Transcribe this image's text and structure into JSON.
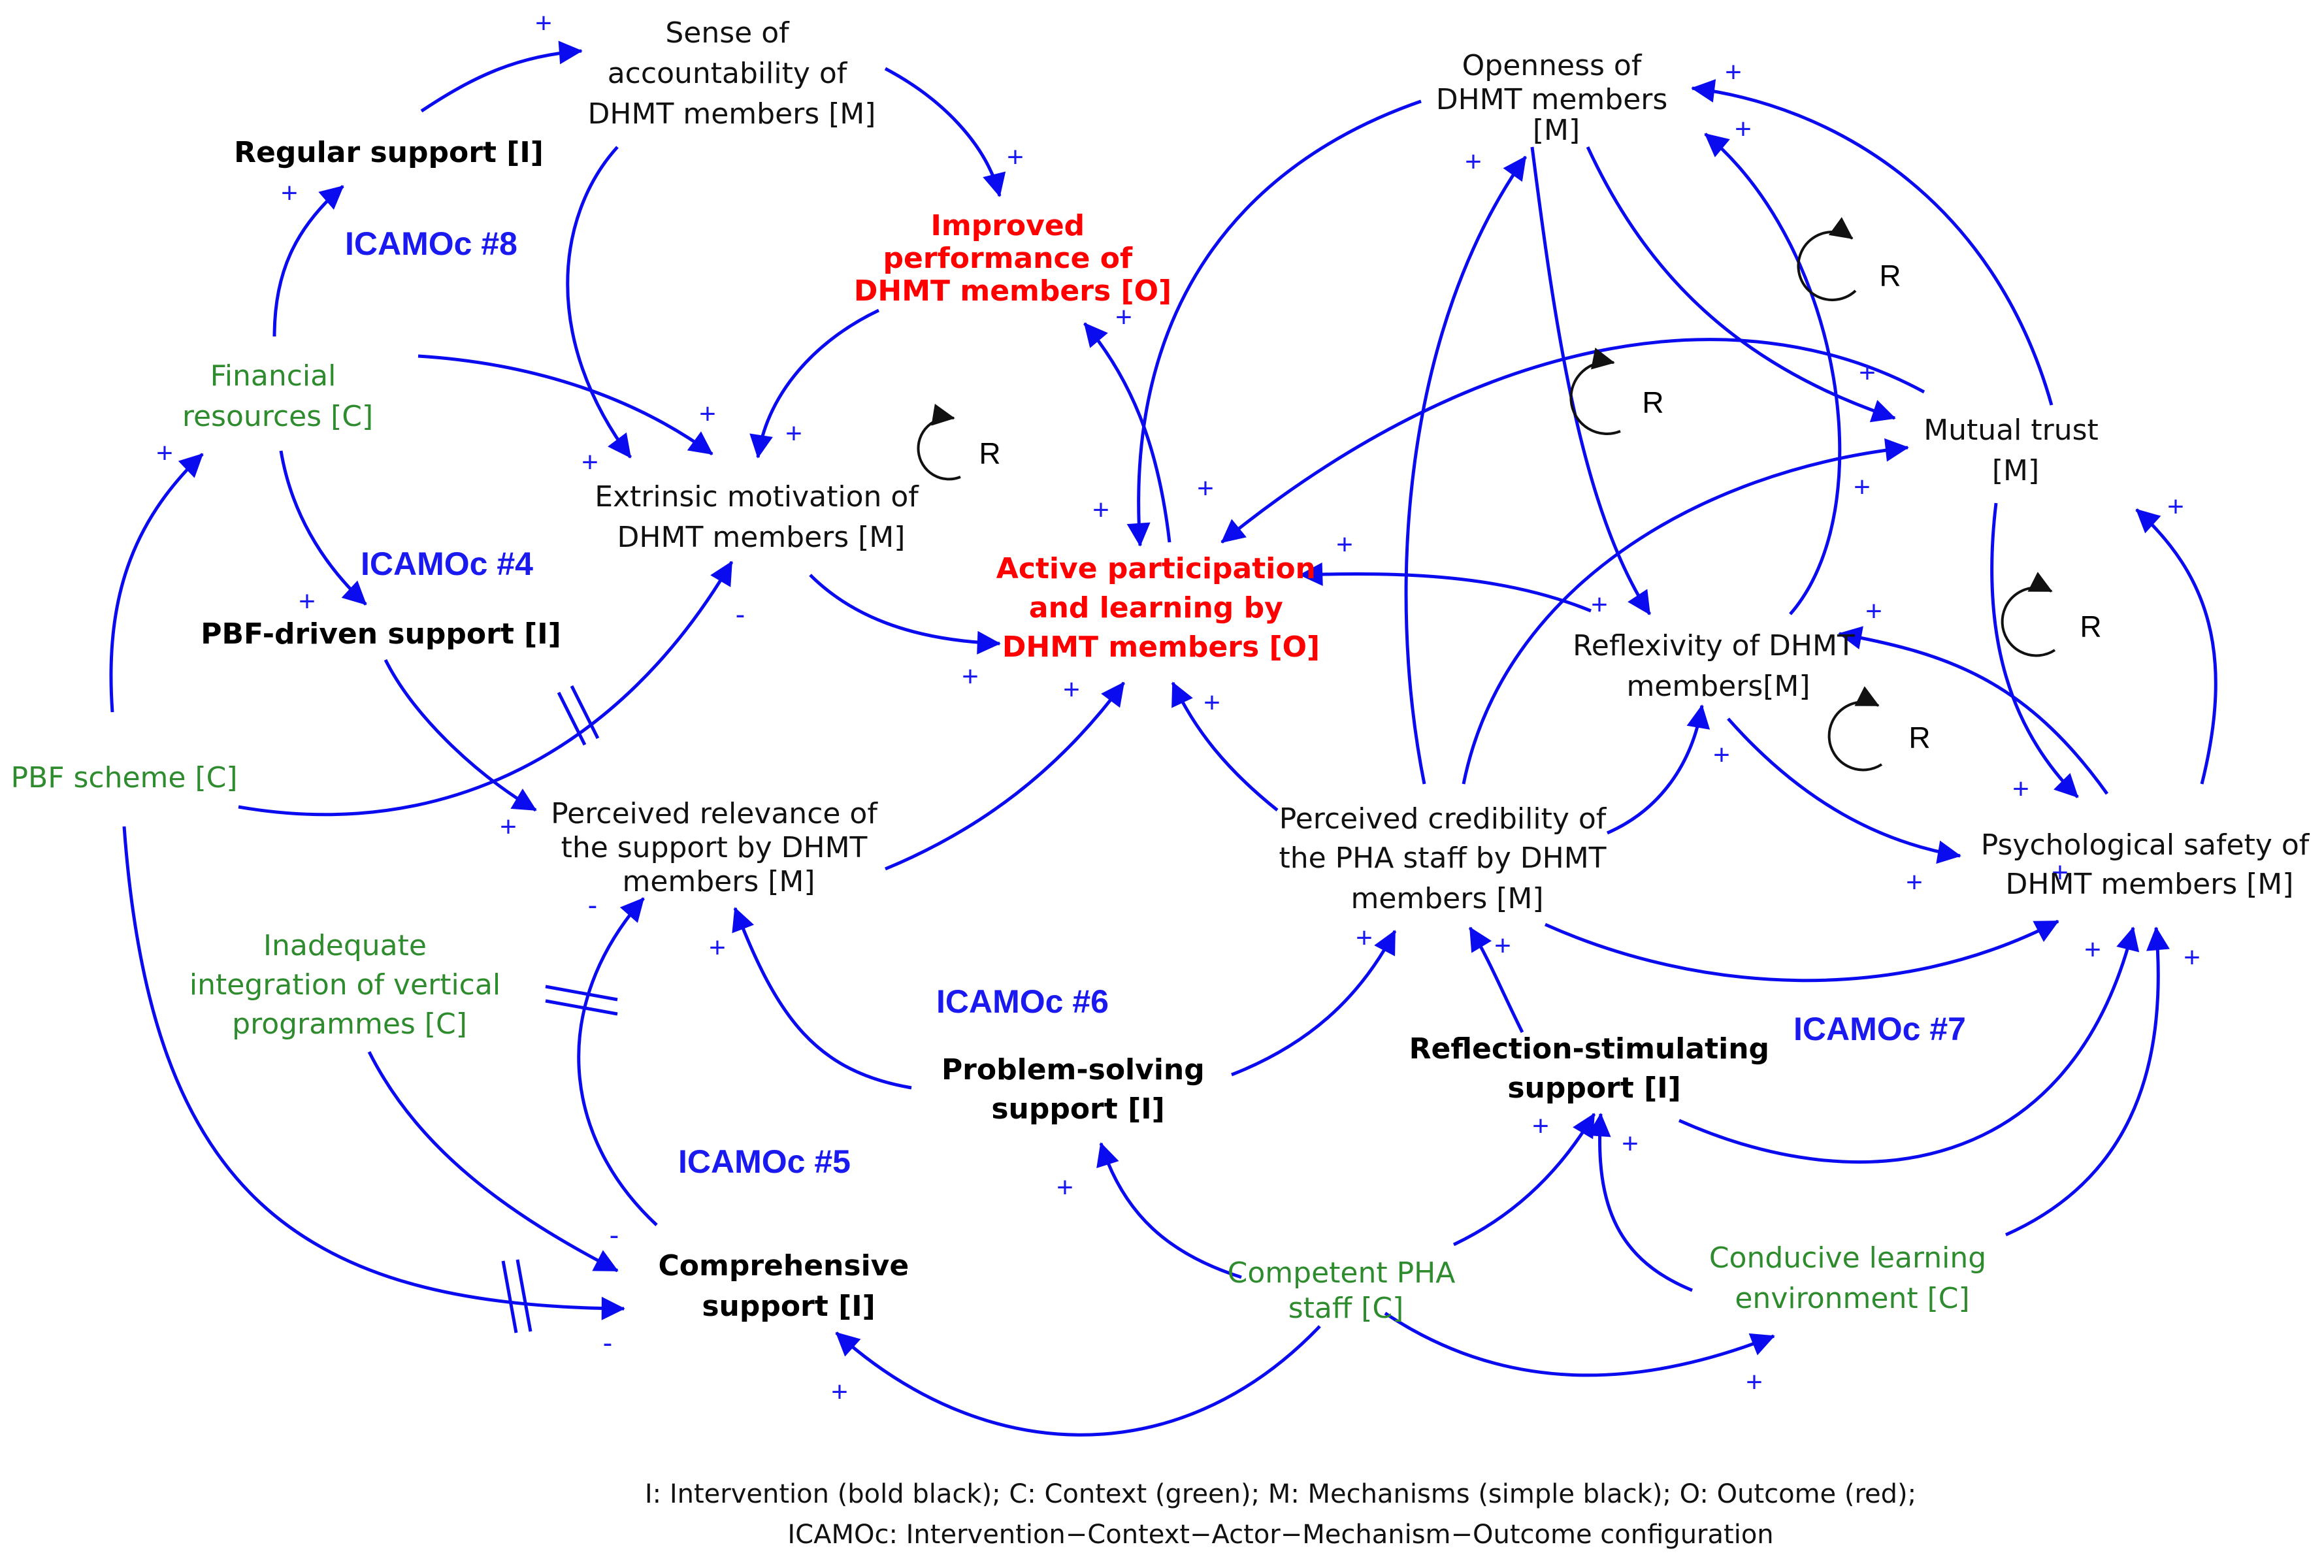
{
  "nodes": {
    "sense_of_accountability": [
      "Sense of",
      "accountability of",
      "DHMT members [M]"
    ],
    "regular_support": [
      "Regular support [I]"
    ],
    "improved_performance": [
      "Improved",
      "performance of",
      "DHMT members [O]"
    ],
    "openness": [
      "Openness of",
      "DHMT members",
      "[M]"
    ],
    "financial_resources": [
      "Financial",
      "resources [C]"
    ],
    "extrinsic_motivation": [
      "Extrinsic motivation of",
      "DHMT members [M]"
    ],
    "active_participation": [
      "Active participation",
      "and learning by",
      "DHMT members [O]"
    ],
    "mutual_trust": [
      "Mutual trust",
      "[M]"
    ],
    "pbf_driven_support": [
      "PBF-driven support [I]"
    ],
    "reflexivity": [
      "Reflexivity of DHMT",
      "members[M]"
    ],
    "pbf_scheme": [
      "PBF scheme [C]"
    ],
    "perceived_relevance": [
      "Perceived relevance of",
      "the support by DHMT",
      "members [M]"
    ],
    "perceived_credibility": [
      "Perceived credibility of",
      "the PHA staff by DHMT",
      "members [M]"
    ],
    "psychological_safety": [
      "Psychological safety of",
      "DHMT members [M]"
    ],
    "inadequate_integration": [
      "Inadequate",
      "integration of vertical",
      "programmes [C]"
    ],
    "problem_solving_support": [
      "Problem-solving",
      "support [I]"
    ],
    "reflection_stimulating_support": [
      "Reflection-stimulating",
      "support [I]"
    ],
    "comprehensive_support": [
      "Comprehensive",
      "support [I]"
    ],
    "competent_pha_staff": [
      "Competent PHA",
      "staff [C]"
    ],
    "conducive_learning_environment": [
      "Conducive learning",
      "environment [C]"
    ]
  },
  "configurations": {
    "c8": "ICAMOc #8",
    "c4": "ICAMOc #4",
    "c6": "ICAMOc #6",
    "c7": "ICAMOc #7",
    "c5": "ICAMOc #5"
  },
  "loop_label": "R",
  "polarity": {
    "plus": "+",
    "minus": "-"
  },
  "legend": {
    "line1": "I: Intervention (bold black); C: Context (green); M: Mechanisms (simple black); O: Outcome (red);",
    "line2": "ICAMOc: Intervention−Context−Actor−Mechanism−Outcome configuration"
  },
  "colors": {
    "arrow": "#0b0bf0",
    "intervention": "#000000",
    "context": "#2e8b2e",
    "mechanism": "#111111",
    "outcome": "#ff0000",
    "configuration": "#1a1af0"
  }
}
